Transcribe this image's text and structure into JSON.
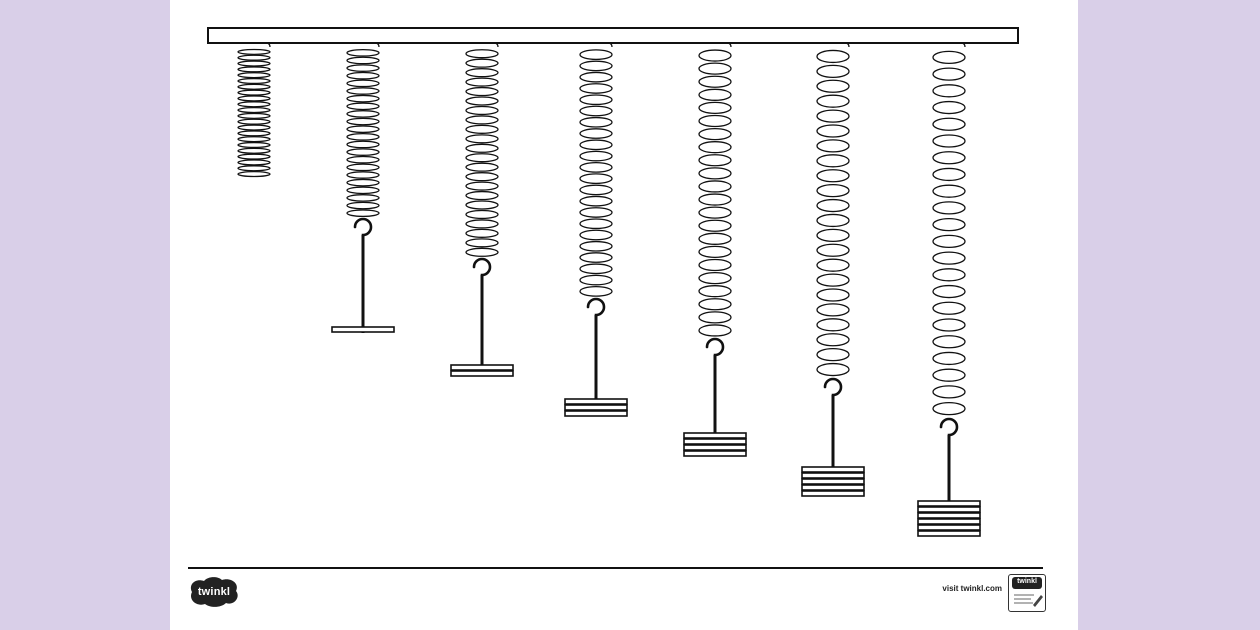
{
  "footer": {
    "logo_text": "twinkl",
    "url": "visit twinkl.com",
    "badge_text": "twinkl"
  },
  "colors": {
    "ink": "#111111",
    "sheet": "#ffffff",
    "backdrop": "#d9cfe8"
  },
  "icons": {
    "logo": "twinkl-logo-icon",
    "badge": "quality-badge-icon",
    "spring": "coil-spring-icon",
    "hook": "hook-icon",
    "weight": "slotted-mass-icon"
  },
  "springs": [
    {
      "coils": 22,
      "hook": false,
      "masses": 0
    },
    {
      "coils": 22,
      "hook": true,
      "masses": 1
    },
    {
      "coils": 22,
      "hook": true,
      "masses": 2
    },
    {
      "coils": 22,
      "hook": true,
      "masses": 3
    },
    {
      "coils": 22,
      "hook": true,
      "masses": 4
    },
    {
      "coils": 22,
      "hook": true,
      "masses": 5
    },
    {
      "coils": 22,
      "hook": true,
      "masses": 6
    }
  ]
}
